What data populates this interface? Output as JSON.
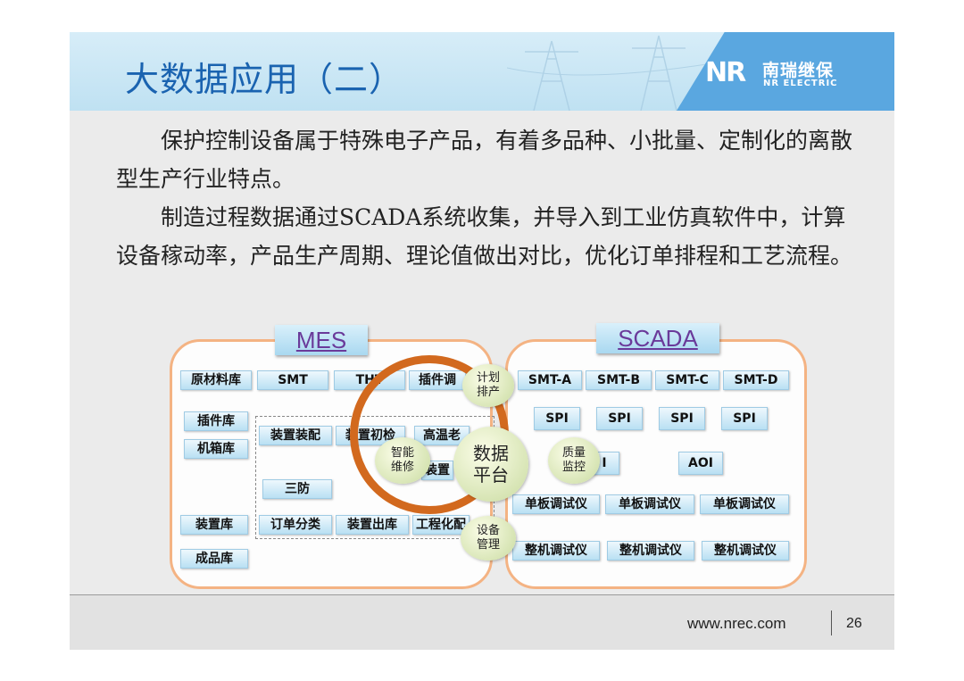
{
  "header": {
    "title": "大数据应用（二）",
    "logo_mark": "NR",
    "logo_cn": "南瑞继保",
    "logo_en": "NR ELECTRIC",
    "accent": "#1a63b0"
  },
  "body": {
    "paragraph1": "保护控制设备属于特殊电子产品，有着多品种、小批量、定制化的离散型生产行业特点。",
    "paragraph2": "制造过程数据通过SCADA系统收集，并导入到工业仿真软件中，计算设备稼动率，产品生产周期、理论值做出对比，优化订单排程和工艺流程。"
  },
  "diagram": {
    "mes_label": "MES",
    "scada_label": "SCADA",
    "mes_boxes": [
      "原材料库",
      "SMT",
      "THT",
      "插件调",
      "插件库",
      "机箱库",
      "装置装配",
      "装置初检",
      "高温老",
      "装置",
      "三防",
      "装置库",
      "订单分类",
      "装置出库",
      "工程化配",
      "成品库"
    ],
    "scada_boxes": [
      "SMT-A",
      "SMT-B",
      "SMT-C",
      "SMT-D",
      "SPI",
      "SPI",
      "SPI",
      "SPI",
      "I",
      "AOI",
      "单板调试仪",
      "单板调试仪",
      "单板调试仪",
      "整机调试仪",
      "整机调试仪",
      "整机调试仪"
    ],
    "center": "数据平台",
    "nodes": [
      "计划排产",
      "质量监控",
      "设备管理",
      "智能维修"
    ]
  },
  "footer": {
    "url": "www.nrec.com",
    "page": "26"
  }
}
